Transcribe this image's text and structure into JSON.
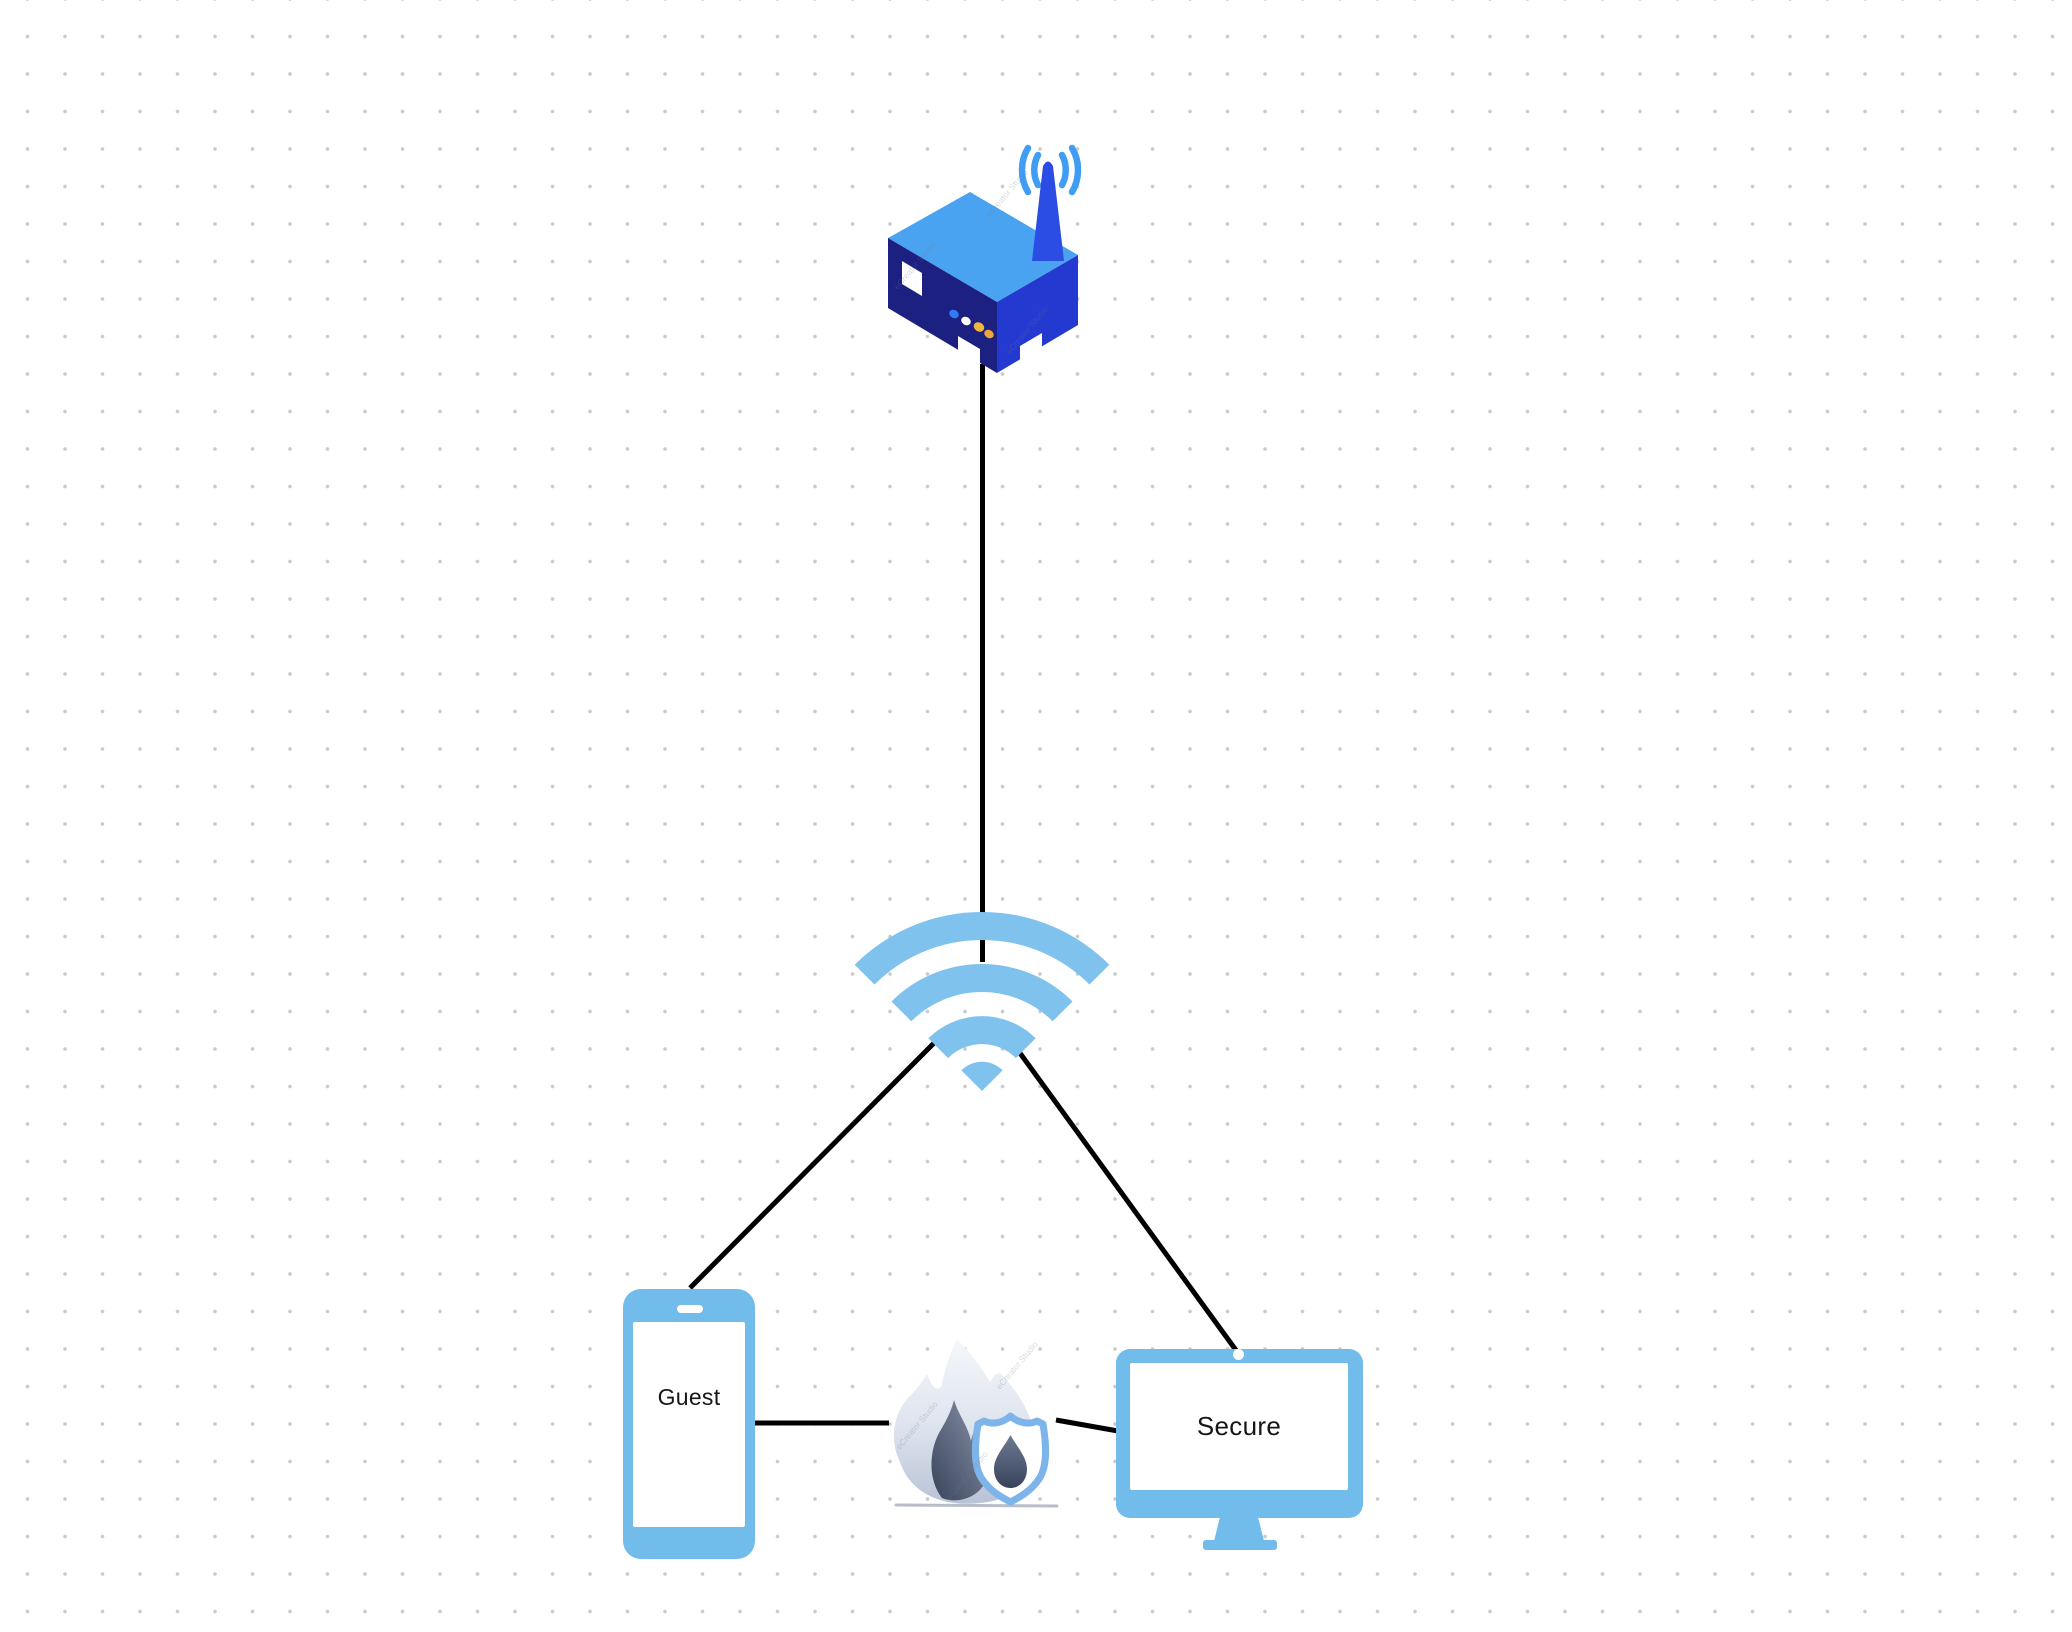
{
  "diagram": {
    "watermark": "eCreator Studio",
    "nodes": {
      "router": {
        "type": "wireless-router",
        "label": ""
      },
      "wifi": {
        "type": "wifi-signal",
        "label": ""
      },
      "guest_phone": {
        "type": "smartphone",
        "label": "Guest"
      },
      "firewall": {
        "type": "flame-with-shield",
        "label": ""
      },
      "secure_monitor": {
        "type": "desktop-monitor",
        "label": "Secure"
      }
    },
    "edges": [
      {
        "from": "router",
        "to": "wifi"
      },
      {
        "from": "wifi",
        "to": "guest_phone"
      },
      {
        "from": "wifi",
        "to": "secure_monitor"
      },
      {
        "from": "guest_phone",
        "to": "firewall"
      },
      {
        "from": "firewall",
        "to": "secure_monitor"
      }
    ],
    "colors": {
      "canvas_dot": "#c9c9c9",
      "connector": "#000000",
      "node_blue": "#72bcec",
      "wifi_blue": "#7fc2ee",
      "router_top": "#4aa3f0",
      "router_front": "#1b2081",
      "router_side": "#2439cf",
      "antenna_blue": "#2c4de3",
      "signal_blue": "#3f9df3",
      "flame_light": "#f5f7fa",
      "flame_shade": "#b9c3d6",
      "flame_inner": "#3f4a62",
      "shield_border": "#7db5ea",
      "label_text": "#161616"
    }
  }
}
